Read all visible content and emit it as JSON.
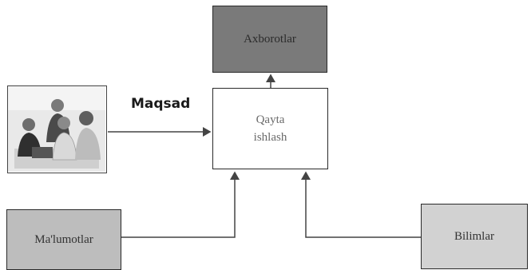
{
  "nodes": {
    "output": "Axborotlar",
    "process": "Qayta\nishlash",
    "input_data": "Ma'lumotlar",
    "input_knowledge": "Bilimlar"
  },
  "edge_label": "Maqsad",
  "colors": {
    "output_fill": "#7a7a7a",
    "process_fill": "#ffffff",
    "data_fill": "#bdbdbd",
    "knowledge_fill": "#d2d2d2",
    "line": "#444444"
  },
  "icons": {
    "photo": "people-meeting-photo-icon"
  }
}
